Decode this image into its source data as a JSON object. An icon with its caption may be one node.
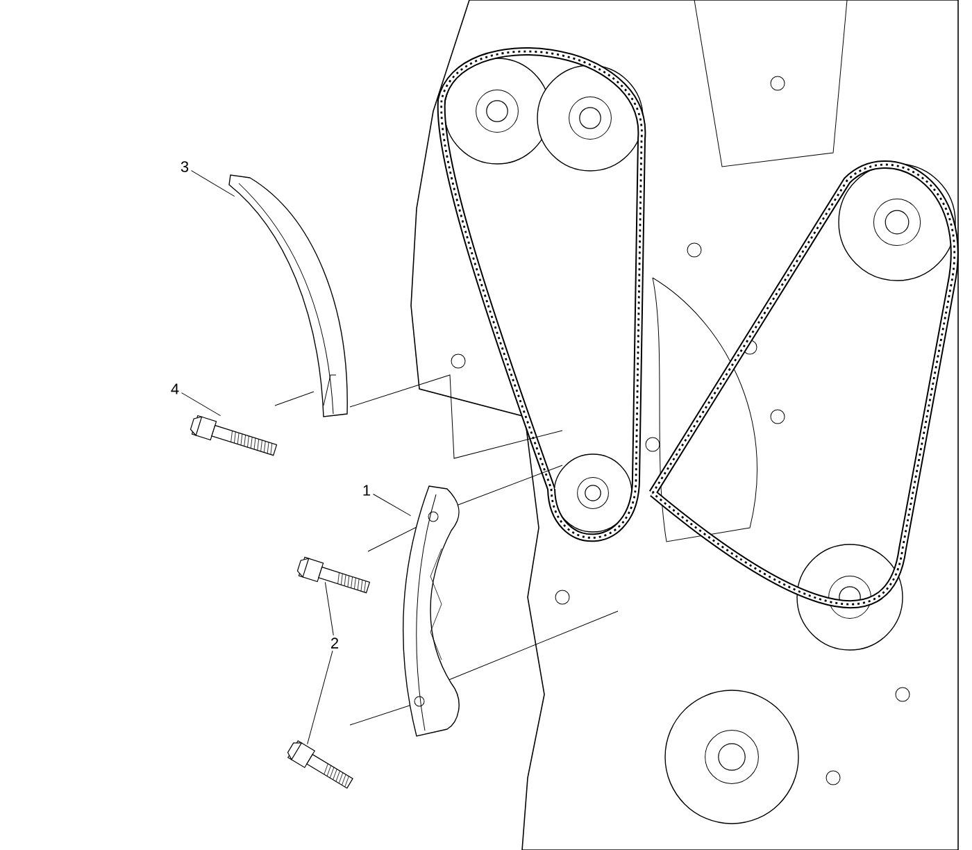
{
  "diagram": {
    "nodes": [
      {
        "text": [
          "3"
        ]
      },
      {
        "text": [],
        "shape": "picture"
      },
      {
        "text": [
          "4"
        ]
      },
      {
        "text": [],
        "shape": "picture"
      },
      {
        "text": [
          "1"
        ]
      },
      {
        "text": [],
        "shape": "picture"
      },
      {
        "text": [
          "2"
        ]
      },
      {
        "text": [],
        "shape": "picture"
      },
      {
        "text": [],
        "shape": "picture"
      }
    ],
    "edges": [
      {
        "from": 0,
        "to": 1,
        "arrow": "none"
      },
      {
        "from": 2,
        "to": 3,
        "arrow": "none"
      },
      {
        "from": 4,
        "to": 5,
        "arrow": "none"
      },
      {
        "from": 6,
        "to": 7,
        "arrow": "none"
      },
      {
        "from": 6,
        "to": 8,
        "arrow": "none"
      }
    ]
  }
}
